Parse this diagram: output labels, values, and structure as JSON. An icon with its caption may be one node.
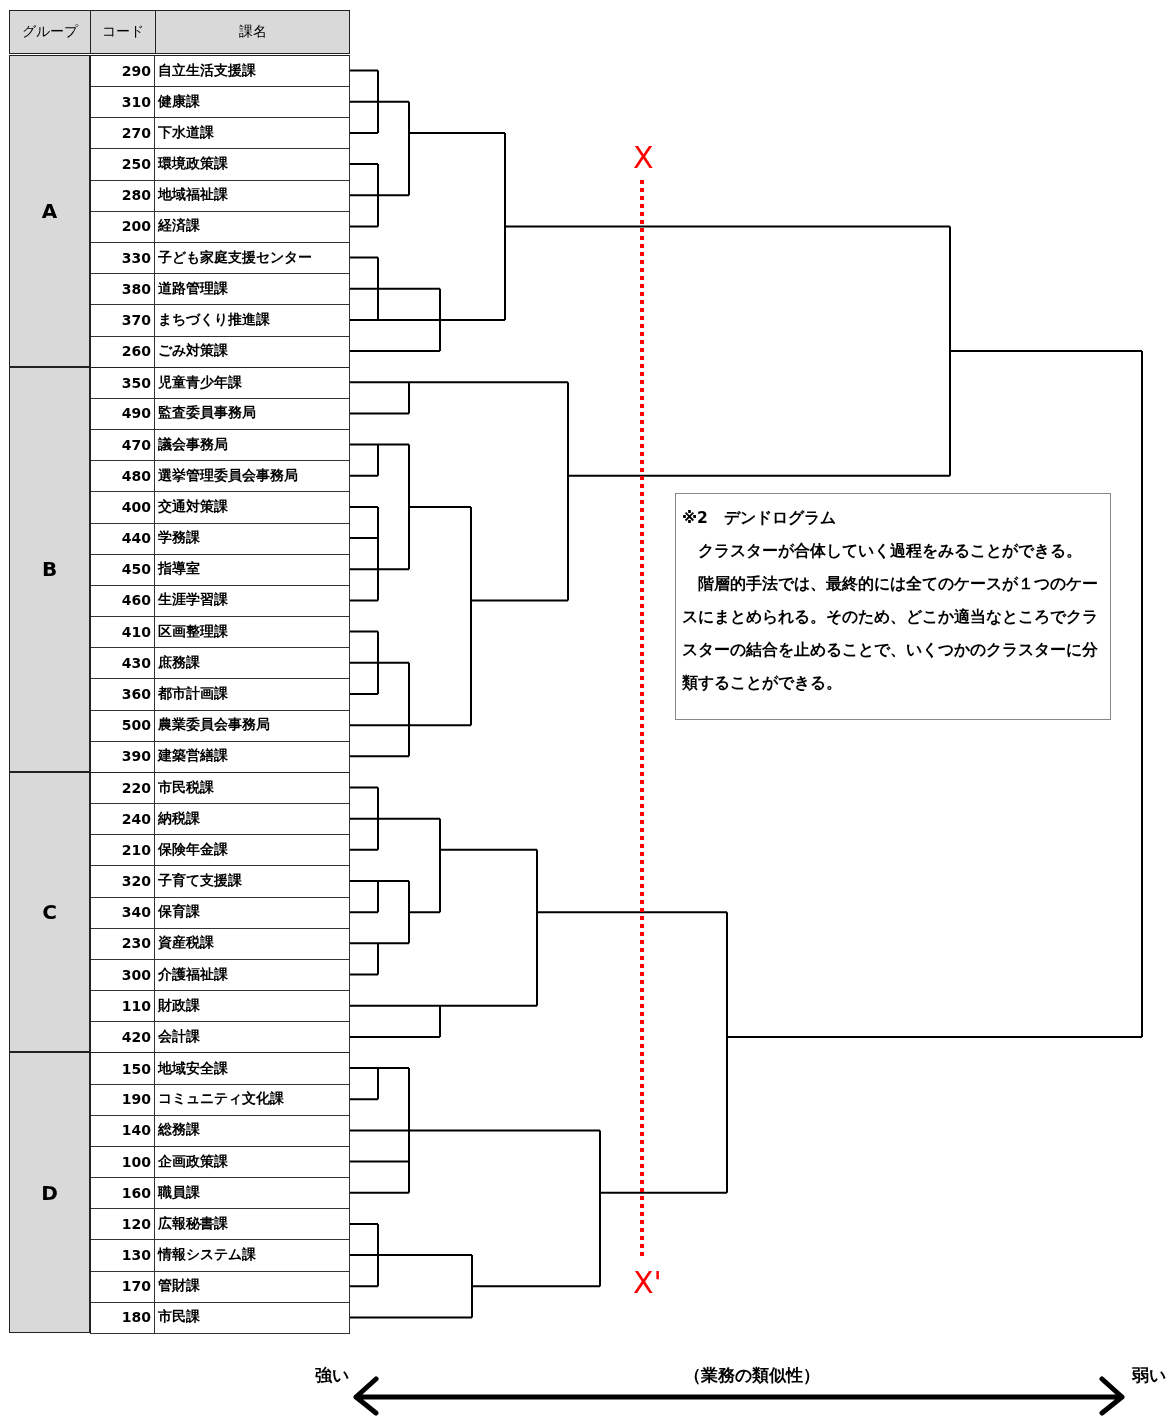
{
  "diagram": {
    "nodes": [
      {
        "text": [
          "※2　デンドログラム",
          "クラスターが合体していく過程をみることができる。",
          "階層的手法では、最終的には全てのケースが１つのケースにまとめられる。そのため、どこか適当なところでクラスターの結合を止めることで、いくつかのクラスターに分類することができる。"
        ]
      }
    ],
    "labels": [
      "グループ",
      "コード",
      "課名",
      "A",
      "290",
      "自立生活支援課",
      "310",
      "健康課",
      "270",
      "下水道課",
      "250",
      "環境政策課",
      "280",
      "地域福祉課",
      "200",
      "経済課",
      "330",
      "子ども家庭支援センター",
      "380",
      "道路管理課",
      "370",
      "まちづくり推進課",
      "260",
      "ごみ対策課",
      "B",
      "350",
      "児童青少年課",
      "490",
      "監査委員事務局",
      "470",
      "議会事務局",
      "480",
      "選挙管理委員会事務局",
      "400",
      "交通対策課",
      "440",
      "学務課",
      "450",
      "指導室",
      "460",
      "生涯学習課",
      "410",
      "区画整理課",
      "430",
      "庶務課",
      "360",
      "都市計画課",
      "500",
      "農業委員会事務局",
      "390",
      "建築営繕課",
      "C",
      "220",
      "市民税課",
      "240",
      "納税課",
      "210",
      "保険年金課",
      "320",
      "子育て支援課",
      "340",
      "保育課",
      "230",
      "資産税課",
      "300",
      "介護福祉課",
      "110",
      "財政課",
      "420",
      "会計課",
      "D",
      "150",
      "地域安全課",
      "190",
      "コミュニティ文化課",
      "140",
      "総務課",
      "100",
      "企画政策課",
      "160",
      "職員課",
      "120",
      "広報秘書課",
      "130",
      "情報システム課",
      "170",
      "管財課",
      "180",
      "市民課",
      "X",
      "X'",
      "強い",
      "（業務の類似性）",
      "弱い"
    ]
  }
}
